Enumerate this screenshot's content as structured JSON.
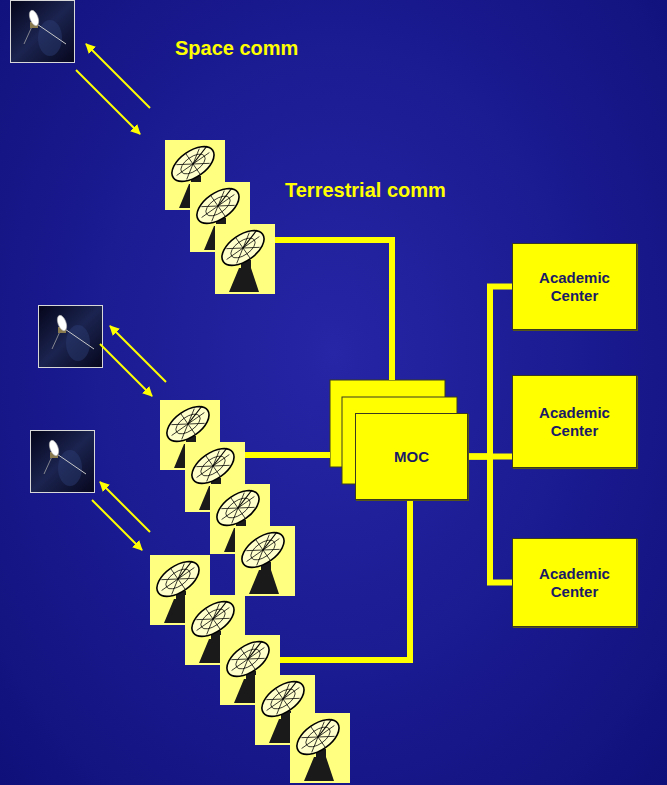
{
  "diagram": {
    "nodes": [
      {
        "text": [
          "MOC"
        ]
      },
      {
        "text": [
          "Academic Center"
        ]
      },
      {
        "text": [
          "Academic Center"
        ]
      },
      {
        "text": [
          "Academic Center"
        ]
      }
    ],
    "edges": [
      {
        "from": 0,
        "to": 1,
        "arrow": "none"
      },
      {
        "from": 0,
        "to": 2,
        "arrow": "none"
      },
      {
        "from": 0,
        "to": 3,
        "arrow": "none"
      }
    ],
    "labels": [
      "Space comm",
      "Terrestrial comm"
    ]
  }
}
